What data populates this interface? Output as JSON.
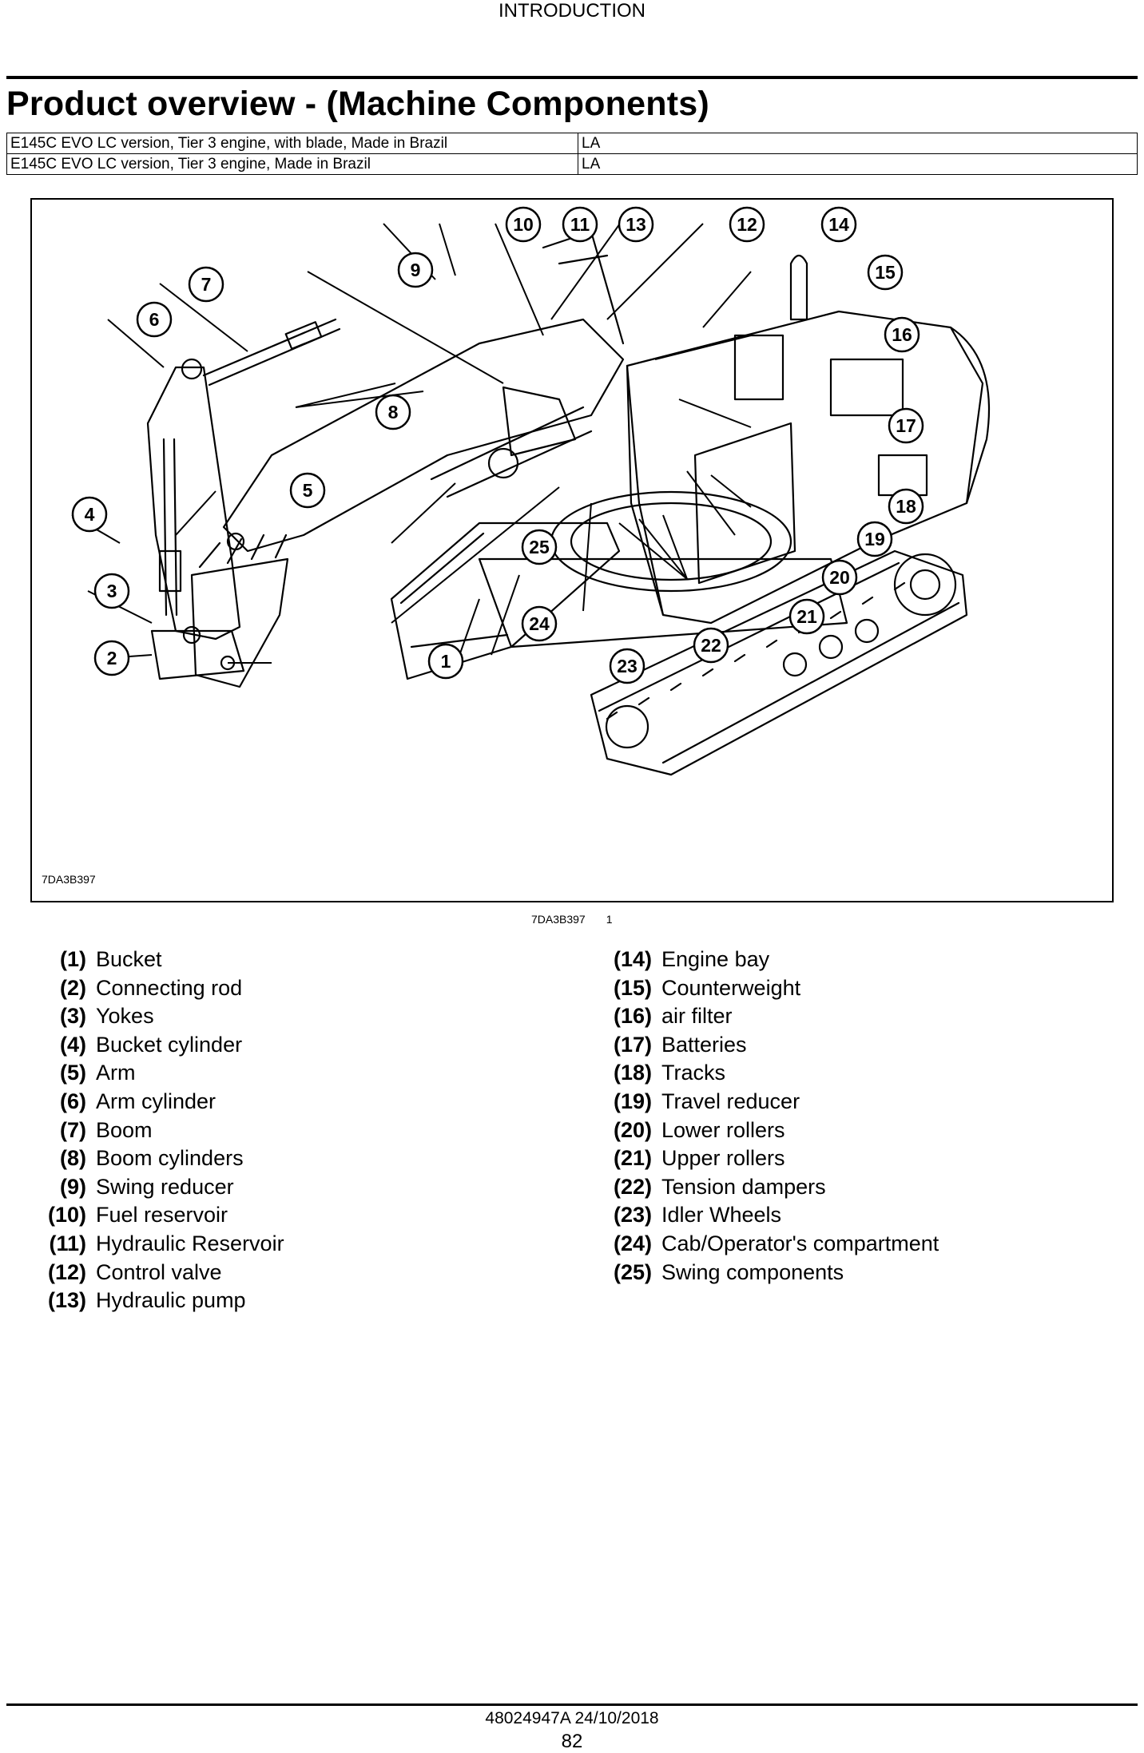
{
  "header": {
    "section": "INTRODUCTION"
  },
  "title": "Product overview - (Machine Components)",
  "applicability": [
    {
      "description": "E145C EVO LC version, Tier 3 engine, with blade, Made in Brazil",
      "market": "LA"
    },
    {
      "description": "E145C EVO LC version, Tier 3 engine, Made in Brazil",
      "market": "LA"
    }
  ],
  "figure": {
    "inner_code": "7DA3B397",
    "caption_code": "7DA3B397",
    "caption_number": "1",
    "callouts": [
      "10",
      "11",
      "13",
      "12",
      "14",
      "15",
      "9",
      "7",
      "6",
      "16",
      "8",
      "17",
      "5",
      "18",
      "4",
      "19",
      "25",
      "20",
      "3",
      "21",
      "24",
      "22",
      "2",
      "1",
      "23"
    ]
  },
  "legend": [
    {
      "num": "(1)",
      "label": "Bucket"
    },
    {
      "num": "(2)",
      "label": "Connecting rod"
    },
    {
      "num": "(3)",
      "label": "Yokes"
    },
    {
      "num": "(4)",
      "label": "Bucket cylinder"
    },
    {
      "num": "(5)",
      "label": "Arm"
    },
    {
      "num": "(6)",
      "label": "Arm cylinder"
    },
    {
      "num": "(7)",
      "label": "Boom"
    },
    {
      "num": "(8)",
      "label": "Boom cylinders"
    },
    {
      "num": "(9)",
      "label": "Swing reducer"
    },
    {
      "num": "(10)",
      "label": "Fuel reservoir"
    },
    {
      "num": "(11)",
      "label": "Hydraulic Reservoir"
    },
    {
      "num": "(12)",
      "label": "Control valve"
    },
    {
      "num": "(13)",
      "label": "Hydraulic pump"
    },
    {
      "num": "(14)",
      "label": "Engine bay"
    },
    {
      "num": "(15)",
      "label": "Counterweight"
    },
    {
      "num": "(16)",
      "label": "air filter"
    },
    {
      "num": "(17)",
      "label": "Batteries"
    },
    {
      "num": "(18)",
      "label": "Tracks"
    },
    {
      "num": "(19)",
      "label": "Travel reducer"
    },
    {
      "num": "(20)",
      "label": "Lower rollers"
    },
    {
      "num": "(21)",
      "label": "Upper rollers"
    },
    {
      "num": "(22)",
      "label": "Tension dampers"
    },
    {
      "num": "(23)",
      "label": "Idler Wheels"
    },
    {
      "num": "(24)",
      "label": "Cab/Operator's compartment"
    },
    {
      "num": "(25)",
      "label": "Swing components"
    }
  ],
  "footer": {
    "doc_ref": "48024947A 24/10/2018",
    "page": "82"
  }
}
